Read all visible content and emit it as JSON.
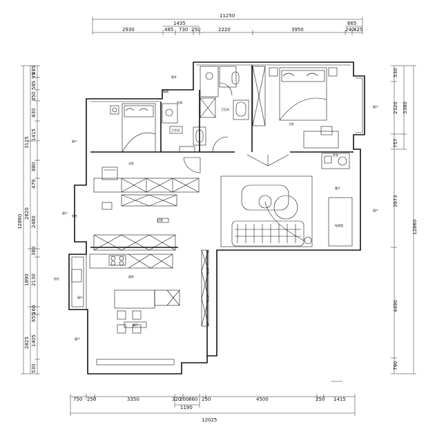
{
  "dimensions": {
    "top_total": "11250",
    "top_group": "1435",
    "top_right_group": "665",
    "top_segments": [
      "2930",
      "485",
      "730",
      "250",
      "2220",
      "3950",
      "240",
      "425"
    ],
    "bottom_total": "12025",
    "bottom_group": "1190",
    "bottom_segments": [
      "750",
      "250",
      "3350",
      "320",
      "200",
      "860",
      "250",
      "4500",
      "250",
      "1415"
    ],
    "left_total": "12860",
    "left_outer": [
      "3125",
      "2820",
      "1890",
      "2825"
    ],
    "left_inner": [
      "485",
      "95",
      "585",
      "850",
      "830",
      "1415",
      "880",
      "479",
      "2480",
      "380",
      "2130",
      "655",
      "160",
      "1405",
      "530"
    ],
    "right_total": "12860",
    "right_group": "3380",
    "right_segments": [
      "530",
      "2320",
      "757",
      "3973",
      "4490",
      "790"
    ]
  },
  "rooms": {
    "master_bedroom": "主卧",
    "second_bedroom": "次卧",
    "study": "书房",
    "bathroom_1": "卫生间",
    "bathroom_2": "卫生间",
    "living_room": "客厅",
    "dining_room": "餐厅",
    "kitchen": "厨房",
    "hallway": "过道",
    "balcony": "阳台",
    "tv_wall": "电视墙",
    "laundry": "洗衣",
    "label_tr": "空调",
    "label_ml": "阳台"
  },
  "side_labels": {
    "left_1": "窗户",
    "left_2": "窗户",
    "left_3": "窗户",
    "left_4": "窗户",
    "right_1": "窗户",
    "right_2": "窗户",
    "top_1": "管井",
    "top_2": "烟道"
  }
}
